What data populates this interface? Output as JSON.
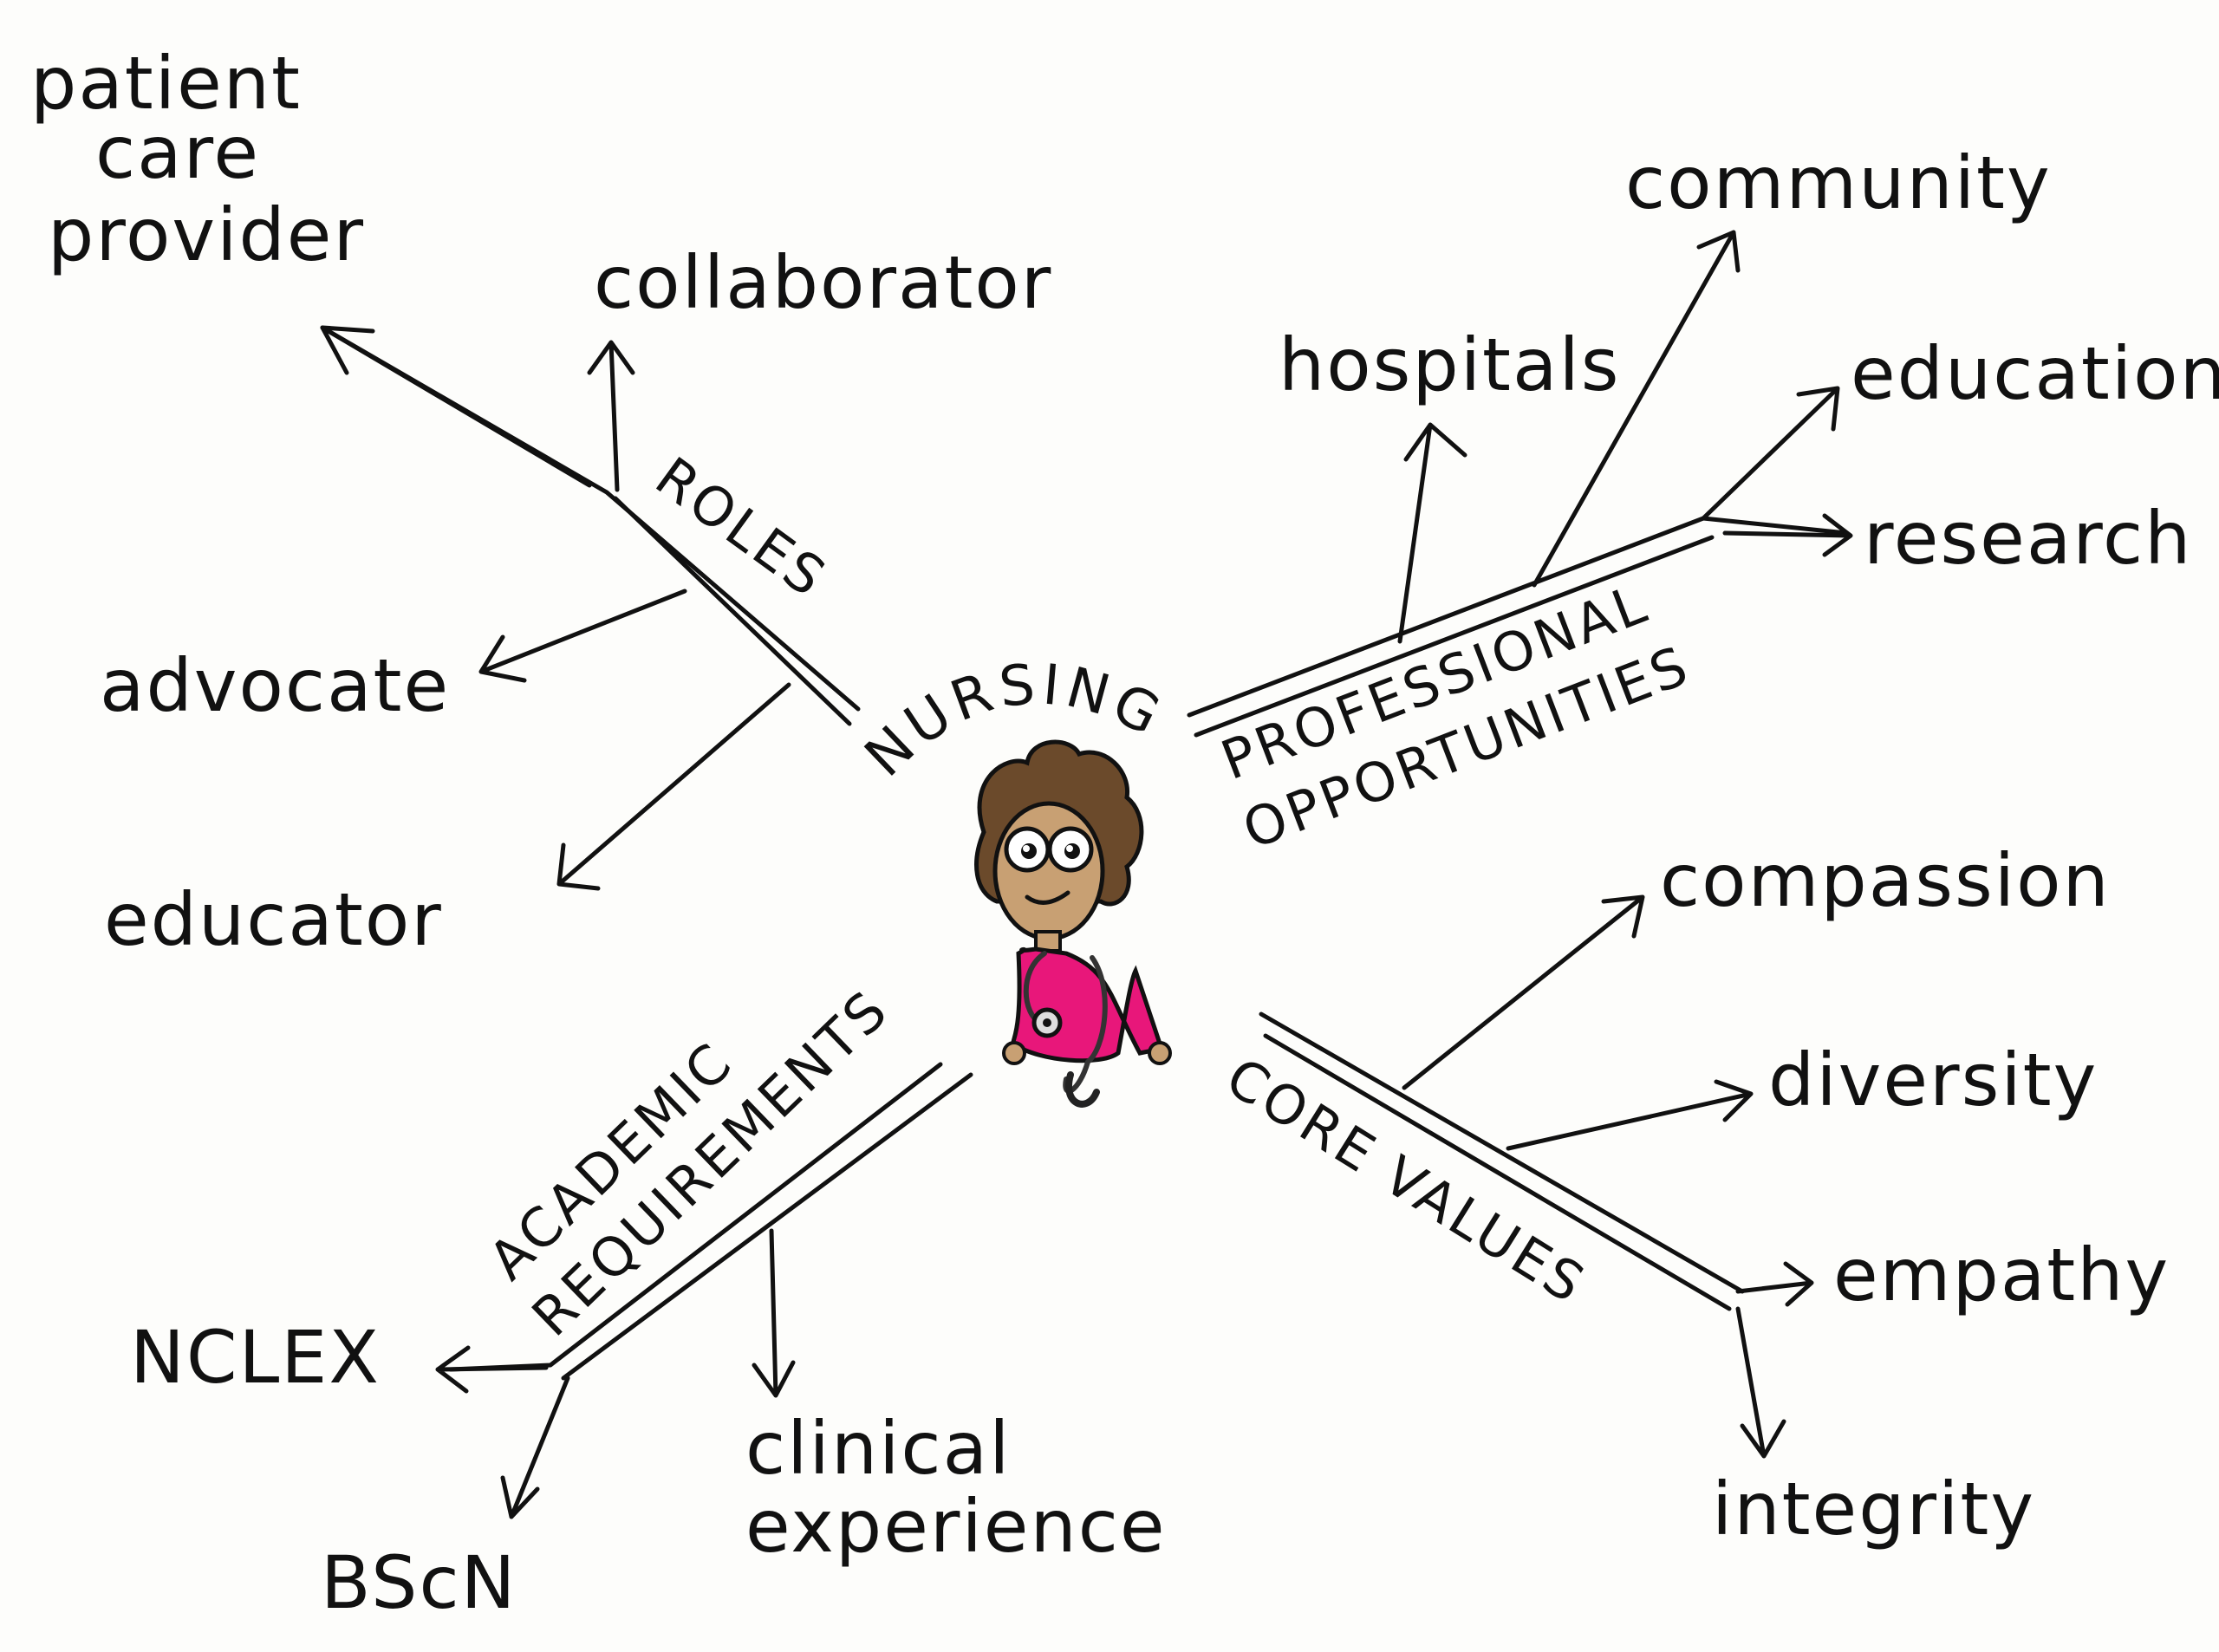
{
  "center": {
    "label": "NURSING",
    "colors": {
      "skin": "#c8a073",
      "hair": "#6b4a2b",
      "shirt": "#e8177a",
      "ink": "#111111"
    }
  },
  "branches": {
    "roles": {
      "label": "ROLES",
      "items": [
        "patient",
        "care",
        "provider",
        "collaborator",
        "advocate",
        "educator"
      ]
    },
    "professional_opportunities": {
      "label_line1": "PROFESSIONAL",
      "label_line2": "OPPORTUNITIES",
      "items": [
        "hospitals",
        "community",
        "education",
        "research"
      ]
    },
    "core_values": {
      "label": "CORE VALUES",
      "items": [
        "compassion",
        "diversity",
        "empathy",
        "integrity"
      ]
    },
    "academic_requirements": {
      "label_line1": "ACADEMIC",
      "label_line2": "REQUIREMENTS",
      "items": [
        "NCLEX",
        "clinical",
        "experience",
        "BScN"
      ]
    }
  }
}
